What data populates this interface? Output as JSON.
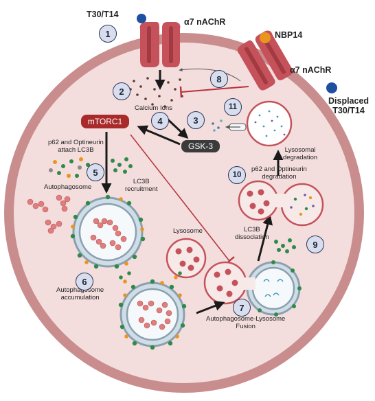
{
  "labels": {
    "ligand_top": "T30/T14",
    "receptor_top": "α7 nAChR",
    "ligand_right": "NBP14",
    "receptor_right": "α7 nAChR",
    "displaced": "Displaced\nT30/T14",
    "calcium": "Calcium Ions",
    "mtorc1": "mTORC1",
    "gsk3": "GSK-3",
    "p62_attach": "p62 and Optineurin\nattach LC3B",
    "autophagosome": "Autophagosome",
    "lc3b_recruit": "LC3B\nrecruitment",
    "lysosome": "Lysosome",
    "lc3b_dissoc": "LC3B\ndissociation",
    "autophagosome_accum": "Autophagosome\naccumulation",
    "fusion": "Autophagosome-Lysosome\nFusion",
    "p62_degrad": "p62 and Optineurin\ndegradation",
    "lyso_degrad": "Lysosomal\ndegradation"
  },
  "steps": [
    "1",
    "2",
    "3",
    "4",
    "5",
    "6",
    "7",
    "8",
    "9",
    "10",
    "11"
  ],
  "colors": {
    "membrane": "#c98d8d",
    "cytoplasm": "#f3dddd",
    "receptor": "#c5525a",
    "mtorc1": "#a82a2a",
    "gsk3": "#3b3b3b",
    "ligand_blue": "#1f4fa0",
    "ligand_orange": "#e9961e",
    "lc3b_green": "#2f8a4a",
    "cargo": "#e07d7d",
    "inhibit": "#b5323c"
  }
}
